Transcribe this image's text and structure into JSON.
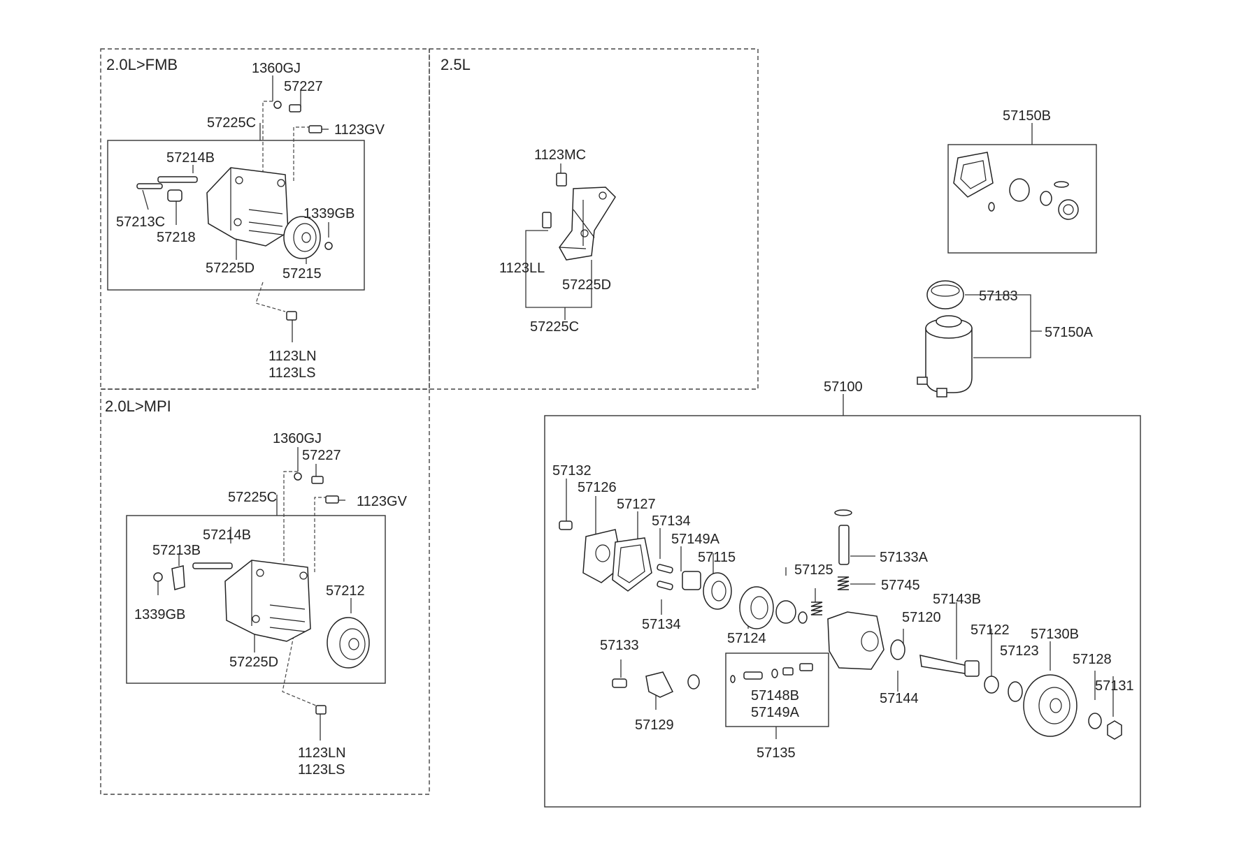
{
  "sections": {
    "fmb": "2.0L>FMB",
    "l25": "2.5L",
    "mpi": "2.0L>MPI"
  },
  "fmb": {
    "p1360GJ": "1360GJ",
    "p57227": "57227",
    "p1123GV": "1123GV",
    "p57225C": "57225C",
    "p57214B": "57214B",
    "p57213C": "57213C",
    "p57218": "57218",
    "p1339GB": "1339GB",
    "p57225D": "57225D",
    "p57215": "57215",
    "p1123LN": "1123LN",
    "p1123LS": "1123LS"
  },
  "l25": {
    "p1123MC": "1123MC",
    "p1123LL": "1123LL",
    "p57225D": "57225D",
    "p57225C": "57225C"
  },
  "mpi": {
    "p1360GJ": "1360GJ",
    "p57227": "57227",
    "p1123GV": "1123GV",
    "p57225C": "57225C",
    "p57214B": "57214B",
    "p57213B": "57213B",
    "p1339GB": "1339GB",
    "p57212": "57212",
    "p57225D": "57225D",
    "p1123LN": "1123LN",
    "p1123LS": "1123LS"
  },
  "reservoir": {
    "p57150B": "57150B",
    "p57183": "57183",
    "p57150A": "57150A"
  },
  "pump": {
    "p57100": "57100",
    "p57132": "57132",
    "p57126": "57126",
    "p57127": "57127",
    "p57134a": "57134",
    "p57149A": "57149A",
    "p57115": "57115",
    "p57125": "57125",
    "p57133A": "57133A",
    "p57745": "57745",
    "p57134b": "57134",
    "p57124": "57124",
    "p57143B": "57143B",
    "p57120": "57120",
    "p57122": "57122",
    "p57130B": "57130B",
    "p57123": "57123",
    "p57128": "57128",
    "p57131": "57131",
    "p57133": "57133",
    "p57144": "57144",
    "p57148B": "57148B",
    "p57149A2": "57149A",
    "p57129": "57129",
    "p57135": "57135"
  }
}
